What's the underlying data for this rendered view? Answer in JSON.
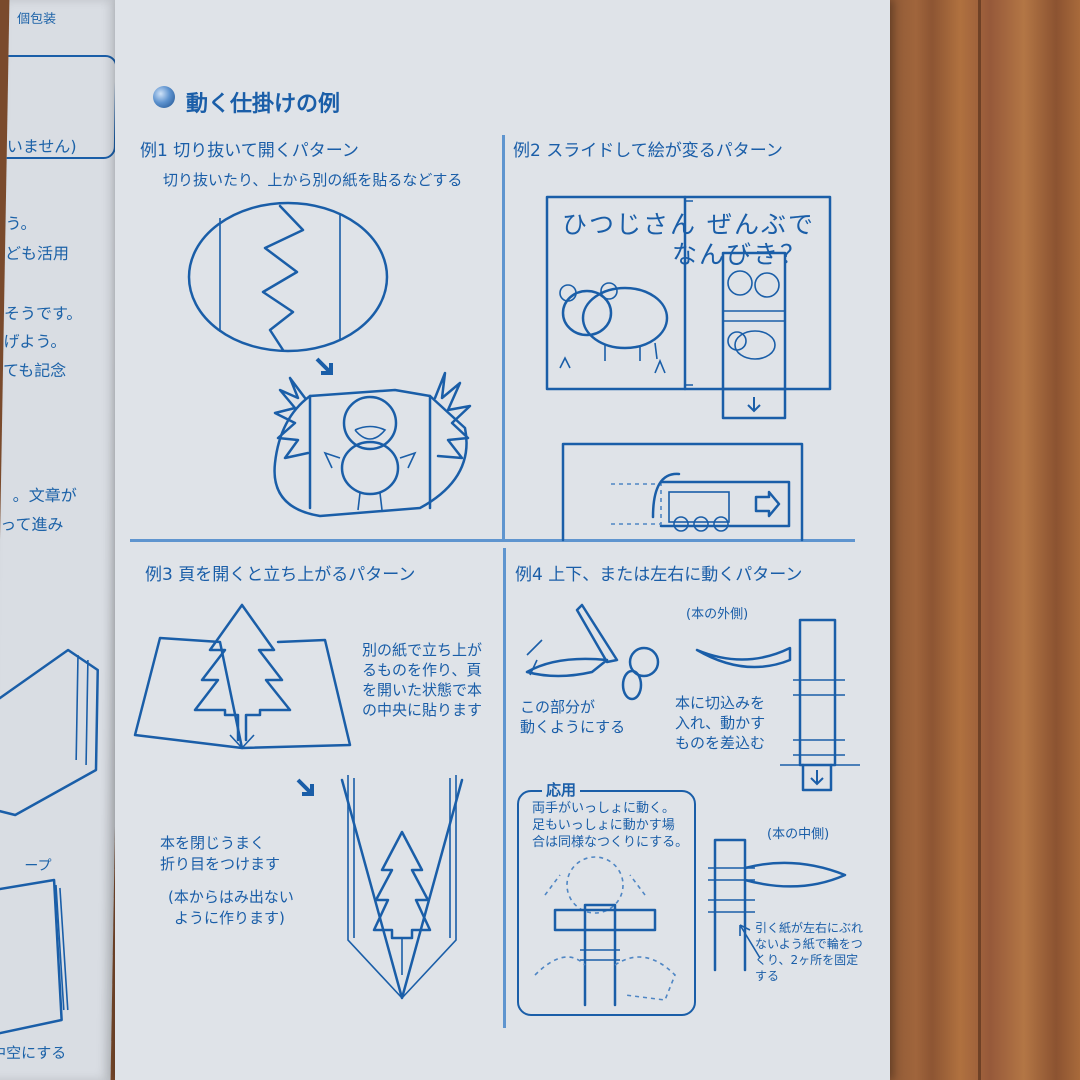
{
  "left_page": {
    "top_tag": "個包装",
    "lines": [
      "いません)",
      "う。",
      "ども活用",
      "そうです。",
      "げよう。",
      "ても記念",
      "。文章が",
      "って進み",
      "ープ",
      "中空にする"
    ]
  },
  "section_title": "動く仕掛けの例",
  "examples": {
    "ex1": {
      "label": "例1  切り抜いて開くパターン",
      "note": "切り抜いたり、上から別の紙を貼るなどする"
    },
    "ex2": {
      "label": "例2  スライドして絵が変るパターン",
      "book_text_1": "ひつじさん  ぜんぶで",
      "book_text_2": "なんびき？"
    },
    "ex3": {
      "label": "例3  頁を開くと立ち上がるパターン",
      "note_lines": [
        "別の紙で立ち上が",
        "るものを作り、頁",
        "を開いた状態で本",
        "の中央に貼ります"
      ],
      "note2_lines": [
        "本を閉じうまく",
        "折り目をつけます"
      ],
      "note3_lines": [
        "(本からはみ出ない",
        "ように作ります)"
      ]
    },
    "ex4": {
      "label": "例4  上下、または左右に動くパターン",
      "outer": "(本の外側)",
      "part_lines": [
        "この部分が",
        "動くようにする"
      ],
      "cut_lines": [
        "本に切込みを",
        "入れ、動かす",
        "ものを差込む"
      ],
      "apply_title": "応用",
      "apply_lines": [
        "両手がいっしょに動く。",
        "足もいっしょに動かす場",
        "合は同様なつくりにする。"
      ],
      "inner": "(本の中側)",
      "guide_lines": [
        "引く紙が左右にぶれ",
        "ないよう紙で輪をつ",
        "くり、2ヶ所を固定",
        "する"
      ]
    }
  },
  "colors": {
    "ink": "#1a5ea8",
    "paper": "#dfe3e8",
    "wood": "#a0653c"
  }
}
